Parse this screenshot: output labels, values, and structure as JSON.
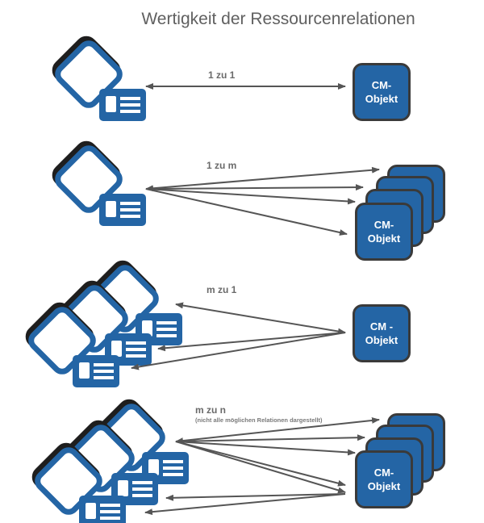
{
  "title": "Wertigkeit der Ressourcenrelationen",
  "colors": {
    "object_fill": "#2465a5",
    "object_border": "#3a3a3a",
    "icon_blue": "#2465a5",
    "icon_shadow": "#1e1e1e",
    "arrow": "#555555",
    "label_text": "#6a6a6a"
  },
  "sections": [
    {
      "label": "1 zu 1",
      "object_label_line1": "CM-",
      "object_label_line2": "Objekt",
      "resource_count": 1,
      "object_count": 1,
      "icon": "id-card-icon"
    },
    {
      "label": "1 zu m",
      "object_label_line1": "CM-",
      "object_label_line2": "Objekt",
      "resource_count": 1,
      "object_count": 4,
      "icon": "id-card-icon"
    },
    {
      "label": "m zu 1",
      "object_label_line1": "CM -",
      "object_label_line2": "Objekt",
      "resource_count": 3,
      "object_count": 1,
      "icon": "id-card-icon"
    },
    {
      "label": "m zu n",
      "note": "(nicht alle möglichen Relationen dargestellt)",
      "object_label_line1": "CM-",
      "object_label_line2": "Objekt",
      "resource_count": 3,
      "object_count": 4,
      "icon": "id-card-icon"
    }
  ]
}
